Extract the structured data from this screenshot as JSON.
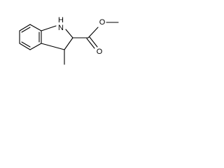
{
  "molecule": {
    "atoms": {
      "nh": "N\nH",
      "n_label": "N",
      "h_label": "H",
      "o_ester": "O",
      "o_carbonyl": "O"
    }
  }
}
